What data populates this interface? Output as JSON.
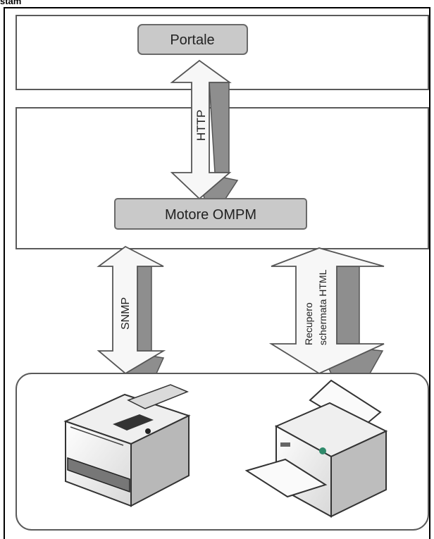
{
  "corner_label": "stam",
  "layers": {
    "portal": {
      "label": "Portale"
    },
    "engine": {
      "label": "Motore OMPM"
    }
  },
  "arrows": {
    "http": {
      "label": "HTTP"
    },
    "snmp": {
      "label": "SNMP"
    },
    "html": {
      "label_line1": "Recupero",
      "label_line2": "schermata HTML"
    }
  },
  "devices": {
    "left_icon": "multifunction-printer-icon",
    "right_icon": "printer-icon"
  },
  "colors": {
    "box_fill": "#c9c9c9",
    "arrow_light": "#f7f7f7",
    "arrow_dark": "#8e8e8e",
    "border": "#5a5a5a"
  }
}
